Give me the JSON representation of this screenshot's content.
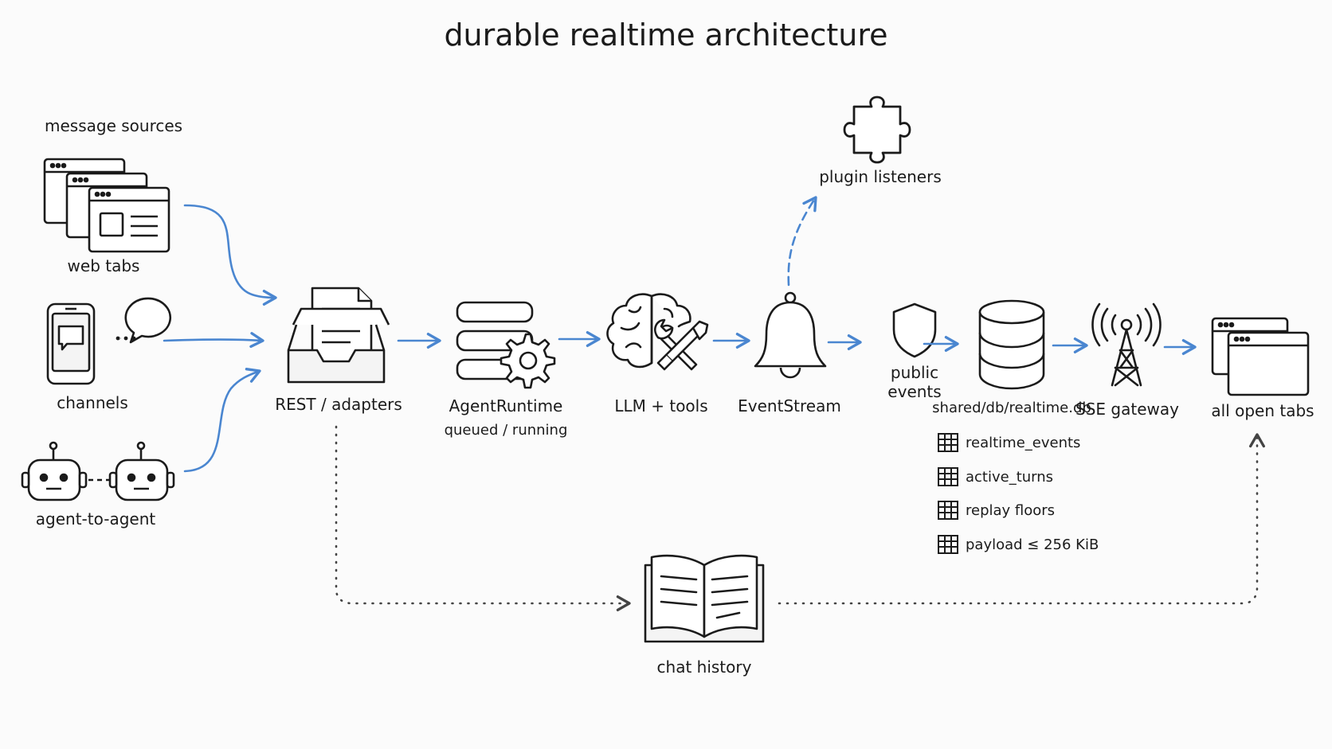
{
  "title": "durable realtime architecture",
  "sources": {
    "heading": "message sources",
    "web_tabs": "web tabs",
    "channels": "channels",
    "agent_to_agent": "agent-to-agent"
  },
  "pipeline": {
    "rest": "REST / adapters",
    "runtime": "AgentRuntime",
    "runtime_state": "queued / running",
    "llm": "LLM + tools",
    "eventstream": "EventStream",
    "plugin": "plugin listeners",
    "public_events_1": "public",
    "public_events_2": "events",
    "db": "shared/db/realtime.db",
    "sse": "SSE gateway",
    "tabs": "all open tabs"
  },
  "db_tables": [
    "realtime_events",
    "active_turns",
    "replay floors",
    "payload ≤ 256 KiB"
  ],
  "history": "chat history",
  "colors": {
    "arrow": "#4a86d0",
    "ink": "#1b1b1b",
    "background": "#fbfbfb"
  }
}
